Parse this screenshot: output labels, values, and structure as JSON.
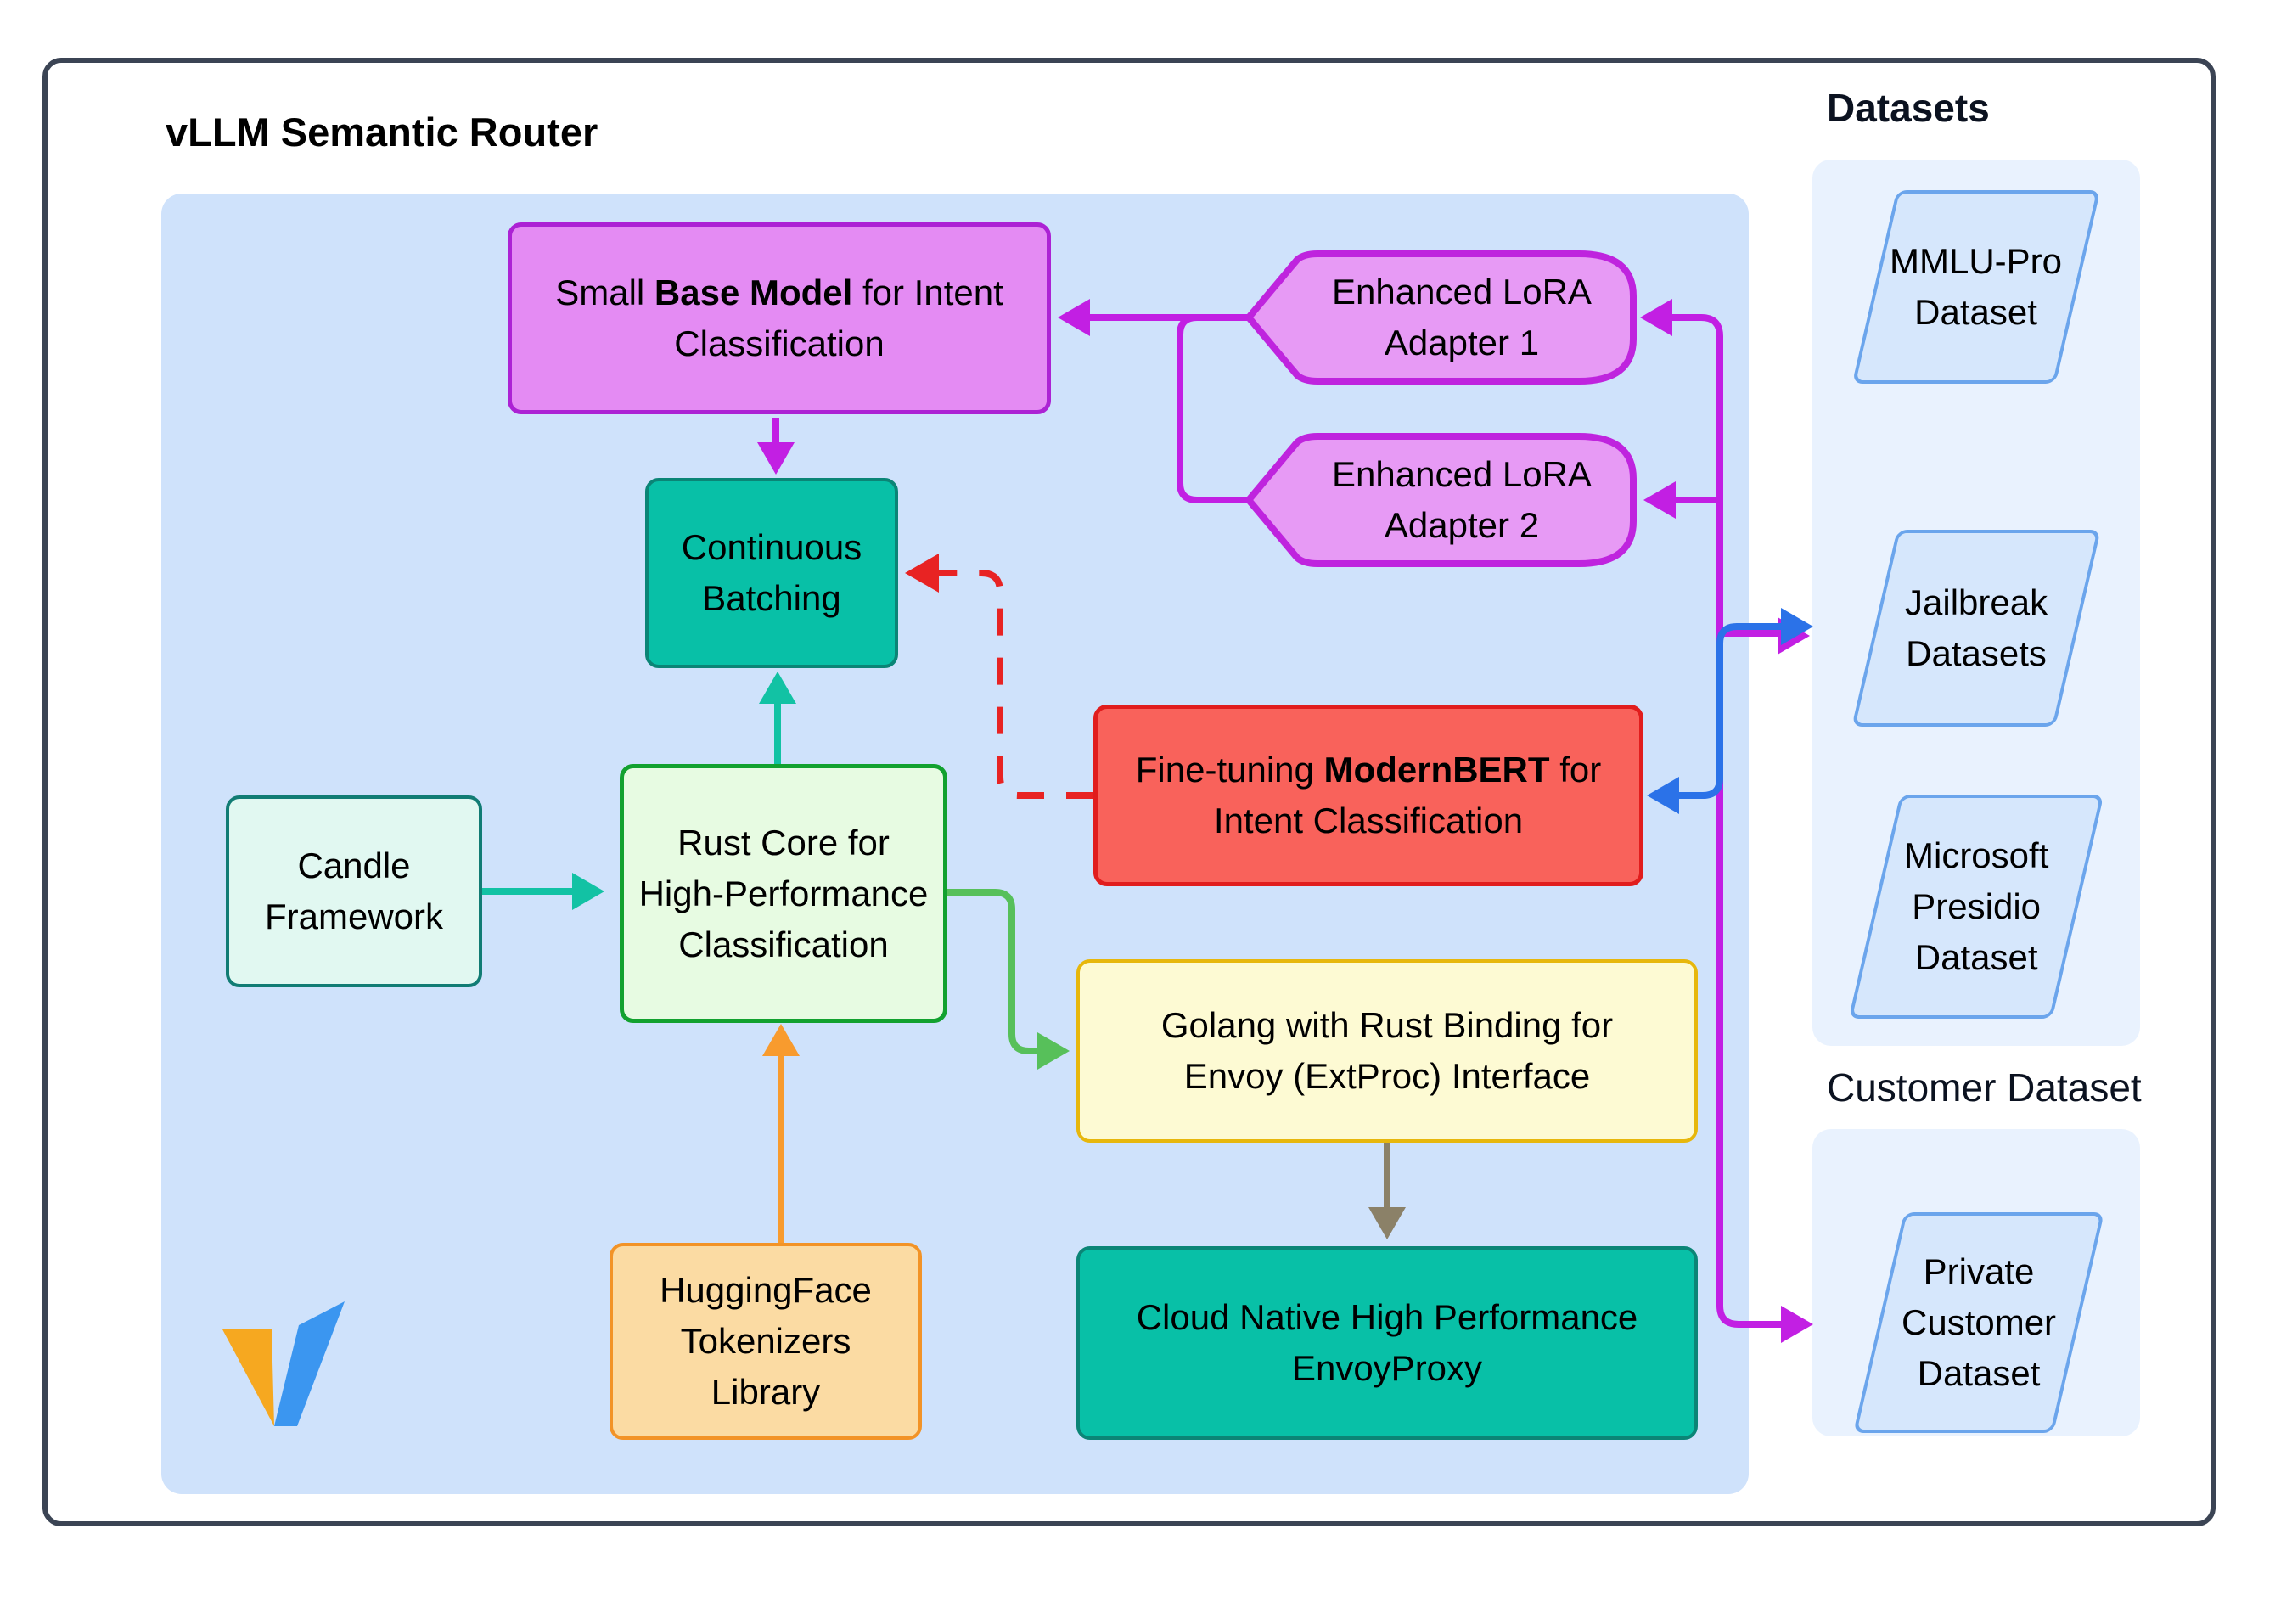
{
  "diagram": {
    "title": "vLLM Semantic Router",
    "datasets_title": "Datasets",
    "customer_title": "Customer Dataset"
  },
  "nodes": {
    "base_model": {
      "pre": "Small ",
      "bold": "Base Model",
      "post": " for Intent",
      "line2": "Classification"
    },
    "adapter1": {
      "line1": "Enhanced LoRA",
      "line2": "Adapter 1"
    },
    "adapter2": {
      "line1": "Enhanced LoRA",
      "line2": "Adapter 2"
    },
    "continuous_batching": {
      "line1": "Continuous",
      "line2": "Batching"
    },
    "modernbert": {
      "pre": "Fine-tuning ",
      "bold": "ModernBERT",
      "post": " for",
      "line2": "Intent Classification"
    },
    "candle": {
      "line1": "Candle",
      "line2": "Framework"
    },
    "rust_core": {
      "line1": "Rust Core for",
      "line2": "High-Performance",
      "line3": "Classification"
    },
    "golang": {
      "line1": "Golang with Rust Binding for",
      "line2": "Envoy (ExtProc) Interface"
    },
    "huggingface": {
      "line1": "HuggingFace",
      "line2": "Tokenizers",
      "line3": "Library"
    },
    "envoyproxy": {
      "line1": "Cloud Native High Performance",
      "line2": "EnvoyProxy"
    },
    "mmlu": {
      "line1": "MMLU-Pro",
      "line2": "Dataset"
    },
    "jailbreak": {
      "line1": "Jailbreak",
      "line2": "Datasets"
    },
    "presidio": {
      "line1": "Microsoft",
      "line2": "Presidio",
      "line3": "Dataset"
    },
    "private_customer": {
      "line1": "Private",
      "line2": "Customer",
      "line3": "Dataset"
    }
  },
  "icons": {
    "vllm_logo": "vllm-logo"
  },
  "colors": {
    "frame_border": "#3b4454",
    "container_bg": "#cfe2fb",
    "panel_bg": "#e9f2fe",
    "base_fill": "#e48bf3",
    "base_border": "#ac22d4",
    "adapter_fill": "#e79af5",
    "adapter_border": "#bf24de",
    "teal_fill": "#08c0a7",
    "teal_border": "#0b8576",
    "mint_fill": "#e1f8f1",
    "mint_border": "#117c74",
    "green_fill": "#e7fbe2",
    "green_border": "#12a12f",
    "yellow_fill": "#fdfad3",
    "yellow_border": "#e7b70c",
    "orange_fill": "#fbdba3",
    "orange_border": "#f29327",
    "red_fill": "#f9625b",
    "red_border": "#e11d1d",
    "para_fill": "#d6e7fc",
    "para_border": "#6ba5ec",
    "edge_purple": "#c21fe3",
    "edge_blue": "#2b72e8",
    "edge_teal": "#12c2a4",
    "edge_green": "#57c05a",
    "edge_orange": "#f89b2e",
    "edge_olive": "#8b8168",
    "edge_red": "#e82323",
    "logo_orange": "#f6a820",
    "logo_blue": "#3b96f0"
  }
}
